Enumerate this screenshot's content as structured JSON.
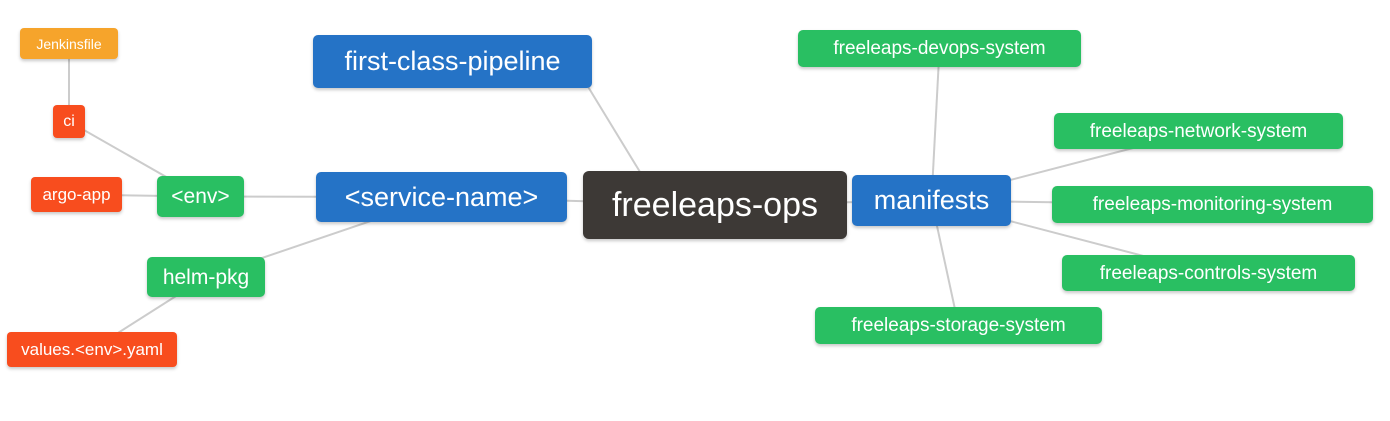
{
  "diagram": {
    "title": "freeleaps-ops mind map",
    "nodes": {
      "root": {
        "label": "freeleaps-ops",
        "color": "#3d3936"
      },
      "first_class_pipeline": {
        "label": "first-class-pipeline",
        "color": "#2573c6"
      },
      "service_name": {
        "label": "<service-name>",
        "color": "#2573c6"
      },
      "manifests": {
        "label": "manifests",
        "color": "#2573c6"
      },
      "env": {
        "label": "<env>",
        "color": "#29bf62"
      },
      "helm_pkg": {
        "label": "helm-pkg",
        "color": "#29bf62"
      },
      "jenkinsfile": {
        "label": "Jenkinsfile",
        "color": "#f6a42b"
      },
      "ci": {
        "label": "ci",
        "color": "#f84d1e"
      },
      "argo_app": {
        "label": "argo-app",
        "color": "#f84d1e"
      },
      "values_env_yaml": {
        "label": "values.<env>.yaml",
        "color": "#f84d1e"
      },
      "devops": {
        "label": "freeleaps-devops-system",
        "color": "#29bf62"
      },
      "network": {
        "label": "freeleaps-network-system",
        "color": "#29bf62"
      },
      "monitoring": {
        "label": "freeleaps-monitoring-system",
        "color": "#29bf62"
      },
      "controls": {
        "label": "freeleaps-controls-system",
        "color": "#29bf62"
      },
      "storage": {
        "label": "freeleaps-storage-system",
        "color": "#29bf62"
      }
    },
    "edges": [
      {
        "from": "root",
        "to": "service_name"
      },
      {
        "from": "root",
        "to": "first_class_pipeline"
      },
      {
        "from": "root",
        "to": "manifests"
      },
      {
        "from": "service_name",
        "to": "env"
      },
      {
        "from": "service_name",
        "to": "helm_pkg"
      },
      {
        "from": "env",
        "to": "ci"
      },
      {
        "from": "env",
        "to": "argo_app"
      },
      {
        "from": "ci",
        "to": "jenkinsfile"
      },
      {
        "from": "helm_pkg",
        "to": "values_env_yaml"
      },
      {
        "from": "manifests",
        "to": "devops"
      },
      {
        "from": "manifests",
        "to": "network"
      },
      {
        "from": "manifests",
        "to": "monitoring"
      },
      {
        "from": "manifests",
        "to": "controls"
      },
      {
        "from": "manifests",
        "to": "storage"
      }
    ],
    "colors": {
      "root_dark": "#3d3936",
      "branch_blue": "#2573c6",
      "leaf_green": "#29bf62",
      "file_red": "#f84d1e",
      "file_orange": "#f6a42b",
      "connector_gray": "#cccccc",
      "node_text": "#ffffff",
      "background": "#ffffff"
    }
  }
}
